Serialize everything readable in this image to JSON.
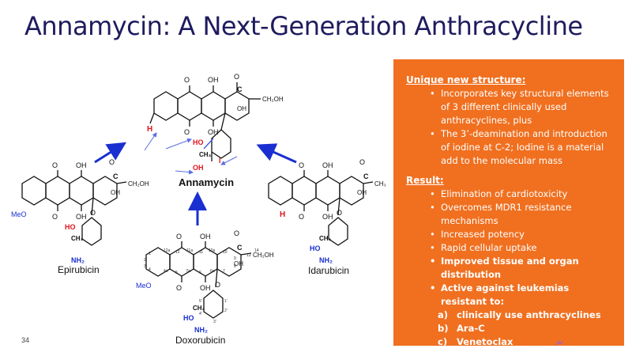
{
  "title": "Annamycin: A Next-Generation Anthracycline",
  "page_number": "34",
  "molecules": {
    "annamycin": "Annamycin",
    "epirubicin": "Epirubicin",
    "idarubicin": "Idarubicin",
    "doxorubicin": "Doxorubicin"
  },
  "atoms": {
    "O": "O",
    "OH": "OH",
    "H": "H",
    "HO": "HO",
    "MeO": "MeO",
    "CH3": "CH₃",
    "NH2": "NH₂",
    "CH2OH": "CH₂OH",
    "C": "C"
  },
  "ring_numbers": [
    "12a",
    "12",
    "11a",
    "11",
    "10a",
    "10",
    "9",
    "8",
    "7",
    "6a",
    "6",
    "5a",
    "5",
    "4a",
    "4",
    "13",
    "14",
    "1",
    "2",
    "3",
    "1'",
    "2'",
    "3'",
    "4'",
    "5'"
  ],
  "panel": {
    "heading1": "Unique new structure:",
    "bullets1": [
      "Incorporates key structural elements of 3 different clinically used anthracyclines, plus",
      "The 3’-deamination and introduction of iodine at C-2; Iodine is a material add to the molecular mass"
    ],
    "heading2": "Result:",
    "bullets2": [
      "Elimination of cardiotoxicity",
      "Overcomes MDR1 resistance mechanisms",
      "Increased potency",
      "Rapid cellular uptake"
    ],
    "bold_bullets": [
      "Improved tissue and organ distribution",
      "Active against leukemias resistant to:"
    ],
    "sub_items": [
      {
        "mark": "a)",
        "text": "clinically use anthracyclines"
      },
      {
        "mark": "b)",
        "text": "Ara-C"
      },
      {
        "mark": "c)",
        "text": "Venetoclax"
      }
    ]
  },
  "colors": {
    "title": "#1f1b5e",
    "panel_bg": "#f07020",
    "arrow_blue": "#1a2fd0",
    "highlight_red": "#e0141e"
  }
}
